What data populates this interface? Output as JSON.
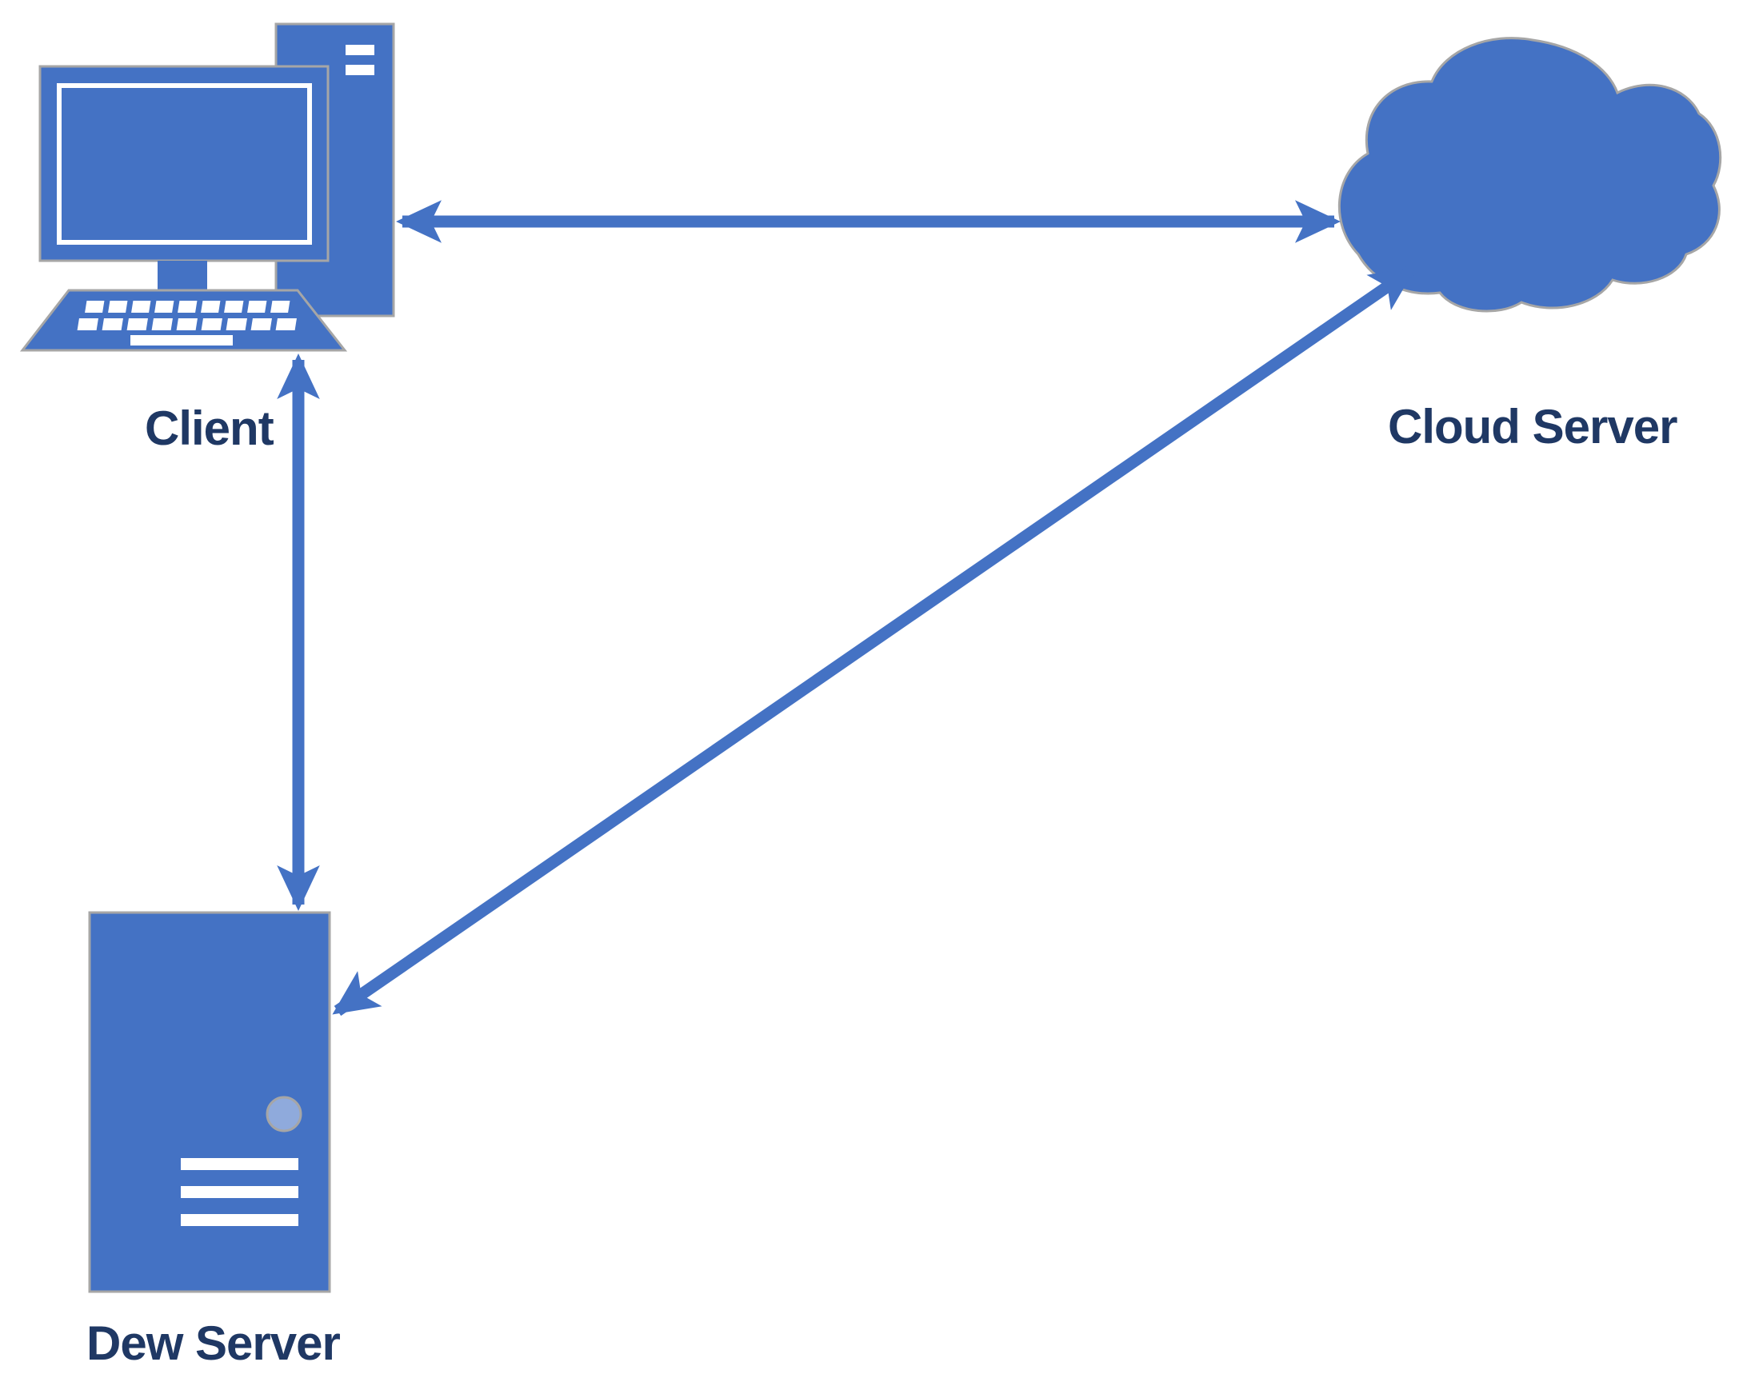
{
  "diagram": {
    "type": "network-architecture",
    "nodes": [
      {
        "id": "client",
        "label": "Client",
        "icon": "desktop-computer-icon",
        "position": "top-left"
      },
      {
        "id": "cloud-server",
        "label": "Cloud Server",
        "icon": "cloud-icon",
        "position": "top-right"
      },
      {
        "id": "dew-server",
        "label": "Dew Server",
        "icon": "server-tower-icon",
        "position": "bottom-left"
      }
    ],
    "labels": {
      "client": "Client",
      "cloud": "Cloud Server",
      "dew": "Dew Server"
    },
    "connections": [
      {
        "from": "client",
        "to": "cloud-server",
        "style": "bidirectional-arrow",
        "orientation": "horizontal"
      },
      {
        "from": "client",
        "to": "dew-server",
        "style": "bidirectional-arrow",
        "orientation": "vertical"
      },
      {
        "from": "dew-server",
        "to": "cloud-server",
        "style": "bidirectional-arrow",
        "orientation": "diagonal"
      }
    ]
  },
  "colors": {
    "shape_fill": "#4472C4",
    "shape_outline": "#A6A6A6",
    "label_text": "#1F3864",
    "power_button": "#8FAADC",
    "background": "#FFFFFF"
  }
}
